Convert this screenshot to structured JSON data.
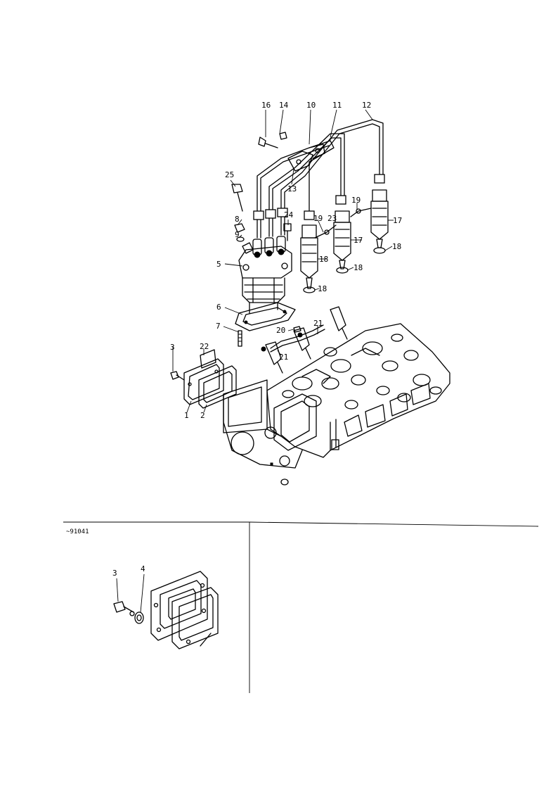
{
  "callouts": {
    "c16": "16",
    "c14": "14",
    "c10": "10",
    "c11": "11",
    "c12": "12",
    "c13": "13",
    "c25": "25",
    "c24": "24",
    "c19a": "19",
    "c23": "23",
    "c19b": "19",
    "c8": "8",
    "c9": "9",
    "c5": "5",
    "c17a": "17",
    "c17b": "17",
    "c18a": "18",
    "c18b": "18",
    "c18c": "18",
    "c18d": "18",
    "c6": "6",
    "c7": "7",
    "c20": "20",
    "c21a": "21",
    "c21b": "21",
    "c3": "3",
    "c22": "22",
    "c1": "1",
    "c2": "2"
  },
  "inset": {
    "label": "~91041",
    "c3": "3",
    "c4": "4"
  }
}
